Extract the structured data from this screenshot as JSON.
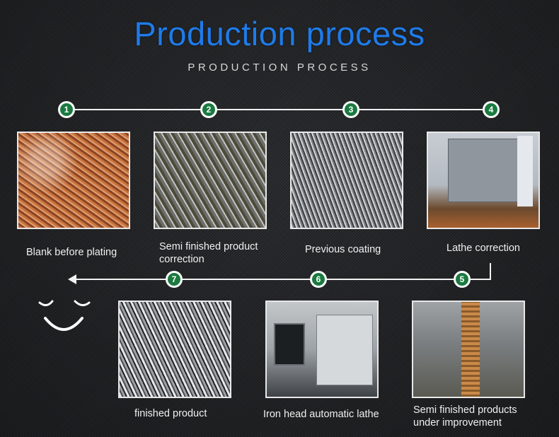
{
  "header": {
    "title": "Production process",
    "subtitle": "PRODUCTION PROCESS"
  },
  "colors": {
    "title": "#1f7be8",
    "badge": "#1a7a40",
    "line": "#f2f2f2",
    "background": "#1e1f21"
  },
  "steps": [
    {
      "number": "1",
      "caption": "Blank before plating"
    },
    {
      "number": "2",
      "caption": "Semi finished product correction"
    },
    {
      "number": "3",
      "caption": "Previous coating"
    },
    {
      "number": "4",
      "caption": "Lathe correction"
    },
    {
      "number": "5",
      "caption": "Semi finished products under improvement"
    },
    {
      "number": "6",
      "caption": "Iron head automatic lathe"
    },
    {
      "number": "7",
      "caption": "finished product"
    }
  ],
  "decoration": {
    "icon": "smiley-face-icon"
  }
}
